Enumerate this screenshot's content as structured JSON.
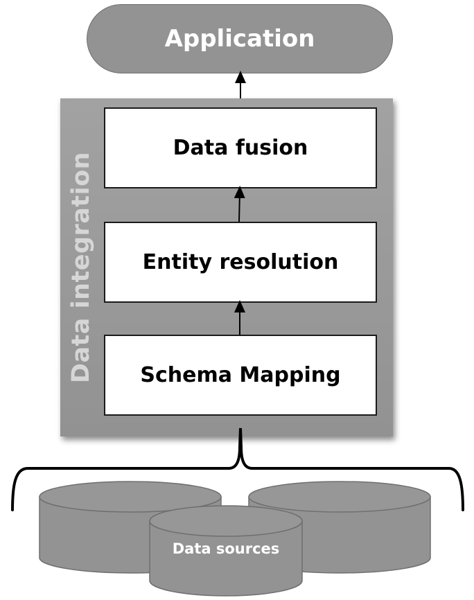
{
  "application": {
    "label": "Application"
  },
  "integration": {
    "label": "Data integration",
    "stages": [
      {
        "label": "Data fusion"
      },
      {
        "label": "Entity resolution"
      },
      {
        "label": "Schema Mapping"
      }
    ]
  },
  "sources": {
    "label": "Data sources",
    "count": 3
  },
  "colors": {
    "shape_fill": "#939393",
    "panel_fill": "#9a9a9a",
    "panel_label": "#d6d6d6",
    "stage_fill": "#ffffff",
    "stroke": "#000000"
  }
}
